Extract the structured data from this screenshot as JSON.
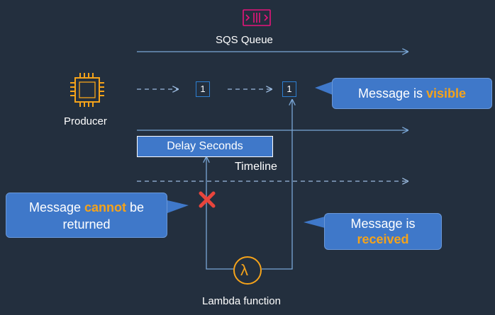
{
  "queue": {
    "label": "SQS Queue",
    "icon": "sqs-queue-icon"
  },
  "producer": {
    "label": "Producer",
    "icon": "ec2-chip-icon"
  },
  "lambda": {
    "label": "Lambda function",
    "icon": "lambda-icon",
    "symbol": "λ"
  },
  "messages": [
    {
      "value": "1"
    },
    {
      "value": "1"
    }
  ],
  "delay": {
    "label": "Delay Seconds"
  },
  "timeline": {
    "label": "Timeline"
  },
  "callouts": {
    "visible": {
      "pre": "Message is ",
      "highlight": "visible"
    },
    "cannot": {
      "pre": "Message ",
      "highlight": "cannot",
      "post": " be",
      "line2": "returned"
    },
    "received": {
      "line1": "Message is",
      "highlight": "received"
    }
  },
  "marker": {
    "icon": "x-mark-icon"
  },
  "colors": {
    "background": "#232f3e",
    "accent_orange": "#f5a31a",
    "sqs_pink": "#e7157b",
    "callout_blue": "#3f78c9",
    "line_blue": "#7aa7d6",
    "cross_red": "#e8453c"
  }
}
